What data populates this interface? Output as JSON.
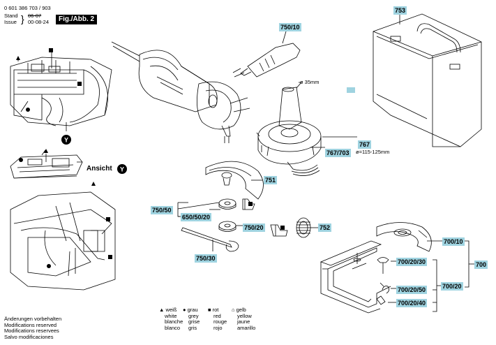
{
  "header": {
    "doc_number": "0 601 386 703 / 903",
    "stand_label": "Stand",
    "issue_label": "Issue",
    "stand_value": "06-07",
    "issue_value": "00-08-24",
    "fig_label": "Fig./Abb. 2"
  },
  "ansicht": {
    "label": "Ansicht",
    "marker": "Y"
  },
  "markers": {
    "y": "Y"
  },
  "part_labels": {
    "p753": "753",
    "p750_10": "750/10",
    "p767": "767",
    "p767_703": "767/703",
    "p751": "751",
    "p750_50": "750/50",
    "p650_50_20": "650/50/20",
    "p750_20": "750/20",
    "p752": "752",
    "p750_30": "750/30",
    "p700_10": "700/10",
    "p700": "700",
    "p700_20": "700/20",
    "p700_20_30": "700/20/30",
    "p700_20_50": "700/20/50",
    "p700_20_40": "700/20/40"
  },
  "dims": {
    "d35": "ø 35mm",
    "d115": "ø=115-125mm"
  },
  "notes": [
    "Änderungen vorbehalten",
    "Modifications reserved",
    "Modifications reservees",
    "Salvo modificaciones"
  ],
  "color_legend": [
    {
      "symbol": "▲",
      "name": "white-triangle",
      "langs": [
        "weiß",
        "white",
        "blanche",
        "blanco"
      ]
    },
    {
      "symbol": "●",
      "name": "grey-dot",
      "langs": [
        "grau",
        "grey",
        "grise",
        "gris"
      ]
    },
    {
      "symbol": "■",
      "name": "red-square",
      "langs": [
        "rot",
        "red",
        "rouge",
        "rojo"
      ]
    },
    {
      "symbol": "⌂",
      "name": "yellow-bell",
      "langs": [
        "gelb",
        "yellow",
        "jaune",
        "amarillo"
      ]
    }
  ],
  "colors": {
    "label_bg": "#9fd3e0",
    "ink": "#000000"
  }
}
